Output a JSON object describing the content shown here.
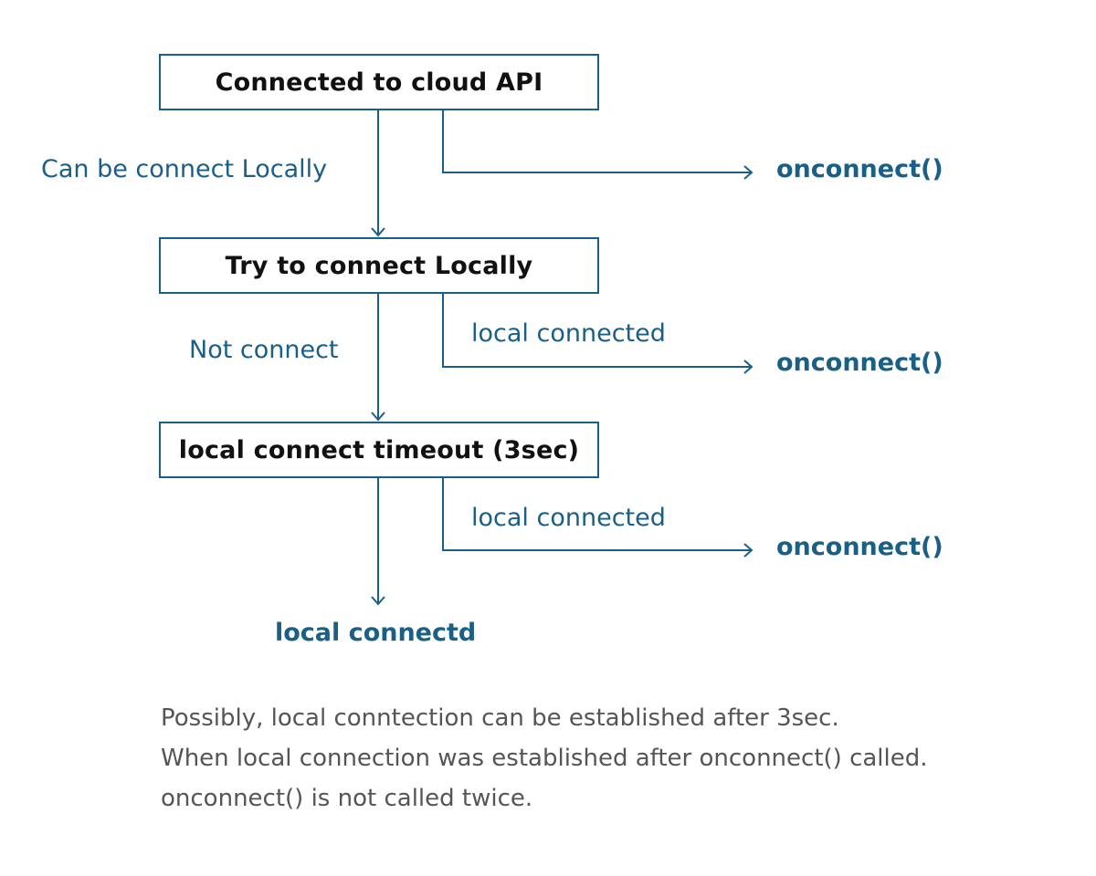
{
  "nodes": {
    "cloud": "Connected to cloud API",
    "try_local": "Try to connect Locally",
    "timeout": "local connect timeout (3sec)"
  },
  "edge_labels": {
    "can_connect_locally": "Can be connect Locally",
    "not_connect": "Not connect",
    "local_connected_1": "local connected",
    "local_connected_2": "local connected"
  },
  "outputs": {
    "onconnect_1": "onconnect()",
    "onconnect_2": "onconnect()",
    "onconnect_3": "onconnect()",
    "final": "local connectd"
  },
  "notes": [
    "Possibly, local conntection can be established after 3sec.",
    "When local connection was established after onconnect() called.",
    "onconnect() is not called twice."
  ],
  "colors": {
    "accent": "#1a5f86",
    "box_text": "#111111",
    "note_text": "#555555"
  }
}
